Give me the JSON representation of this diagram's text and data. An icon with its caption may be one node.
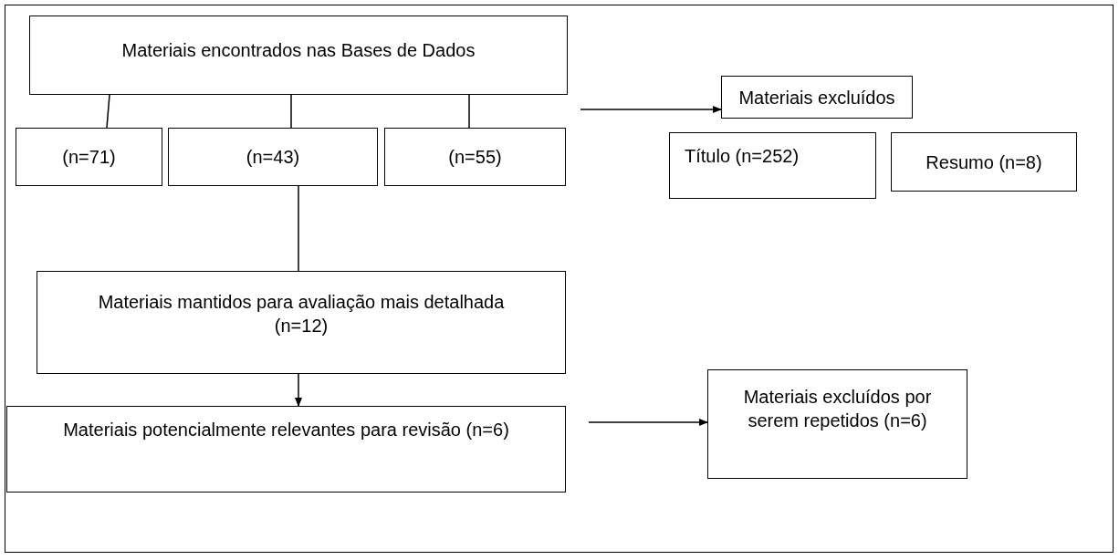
{
  "diagram": {
    "nodes": [
      {
        "text": [
          "Materiais encontrados nas Bases de Dados"
        ]
      },
      {
        "text": [
          "(n=71)"
        ]
      },
      {
        "text": [
          "(n=43)"
        ]
      },
      {
        "text": [
          "(n=55)"
        ]
      },
      {
        "text": [
          "Materiais excluídos"
        ]
      },
      {
        "text": [
          "Título (n=252)"
        ]
      },
      {
        "text": [
          "Resumo (n=8)"
        ]
      },
      {
        "text": [
          "Materiais mantidos para avaliação mais detalhada (n=12)"
        ]
      },
      {
        "text": [
          "Materiais potencialmente relevantes para revisão (n=6)"
        ]
      },
      {
        "text": [
          "Materiais excluídos por serem repetidos (n=6)"
        ]
      }
    ],
    "edges": [
      {
        "from": 0,
        "to": 1,
        "arrow": "none"
      },
      {
        "from": 0,
        "to": 2,
        "arrow": "none"
      },
      {
        "from": 0,
        "to": 3,
        "arrow": "none"
      },
      {
        "from": null,
        "to": 4,
        "arrow": "to"
      },
      {
        "from": 2,
        "to": 7,
        "arrow": "none"
      },
      {
        "from": 7,
        "to": 8,
        "arrow": "to"
      },
      {
        "from": null,
        "to": 9,
        "arrow": "to"
      }
    ]
  }
}
